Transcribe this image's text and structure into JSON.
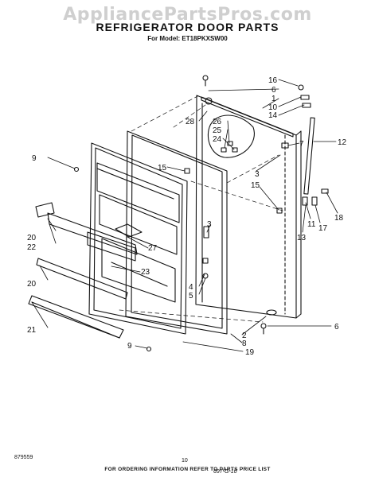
{
  "watermark": "AppliancePartsPros.com",
  "title": "REFRIGERATOR DOOR PARTS",
  "model": "For Model: ET18PKXSW00",
  "callouts": [
    "16",
    "6",
    "1",
    "10",
    "14",
    "28",
    "26",
    "25",
    "24",
    "7",
    "12",
    "9",
    "15",
    "3",
    "15",
    "11",
    "13",
    "17",
    "18",
    "3",
    "20",
    "22",
    "27",
    "20",
    "23",
    "4",
    "5",
    "21",
    "9",
    "2",
    "8",
    "6",
    "19"
  ],
  "footer": {
    "order_note": "FOR ORDERING INFORMATION REFER TO PARTS PRICE LIST",
    "diagram_id": "879559",
    "page": "10",
    "date": "697-G-10"
  },
  "colors": {
    "ink": "#111111",
    "watermark": "#cfcfcf",
    "background": "#ffffff"
  }
}
